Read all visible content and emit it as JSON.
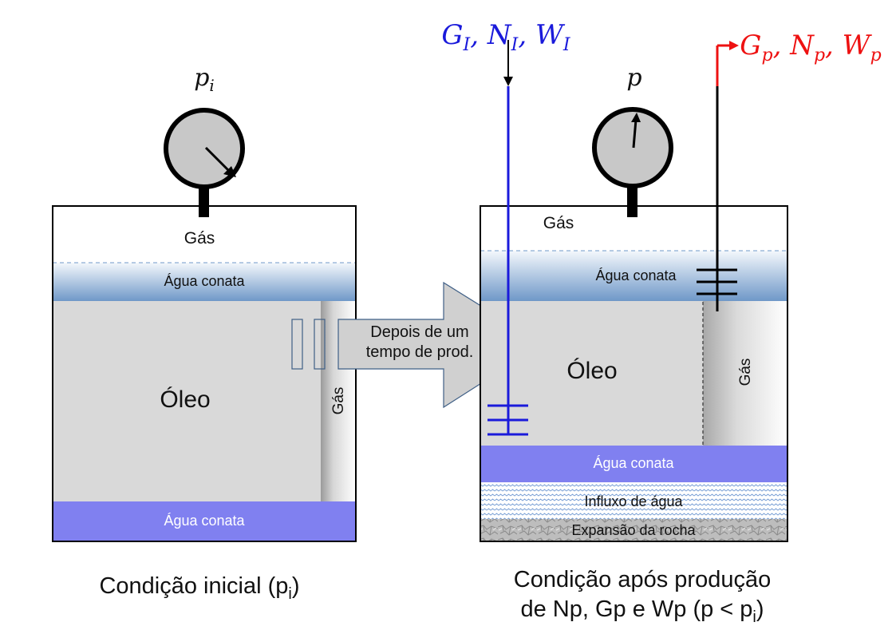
{
  "left_tank": {
    "gauge_label_base": "p",
    "gauge_label_sub": "i",
    "gas_label": "Gás",
    "water_top_label": "Água conata",
    "oil_label": "Óleo",
    "gas_cap_label": "Gás",
    "water_bottom_label": "Água conata",
    "caption_main": "Condição inicial (p",
    "caption_sub": "i",
    "caption_end": ")"
  },
  "arrow": {
    "line1": "Depois de um",
    "line2": "tempo de prod."
  },
  "right_tank": {
    "gauge_label": "p",
    "gas_label": "Gás",
    "water_top_label": "Água conata",
    "oil_label": "Óleo",
    "gas_cap_label": "Gás",
    "water_bottom_label": "Água conata",
    "influx_label": "Influxo de água",
    "rock_label": "Expansão da rocha",
    "caption_line1": "Condição após produção",
    "caption_line2_main": "de Np, Gp e Wp (p < p",
    "caption_line2_sub": "i",
    "caption_line2_end": ")"
  },
  "injection": {
    "G": "G",
    "G_sub": "I",
    "N": "N",
    "N_sub": "I",
    "W": "W",
    "W_sub": "I",
    "sep": ", ",
    "color": "#1a1adb"
  },
  "production": {
    "G": "G",
    "G_sub": "p",
    "N": "N",
    "N_sub": "p",
    "W": "W",
    "W_sub": "p",
    "sep": ", ",
    "color": "#ee1111"
  },
  "colors": {
    "oil": "#d9d9d9",
    "water_bottom": "#8080f0",
    "water_top_light": "#eef3fa",
    "water_top_dark": "#6f98c8",
    "arrow_fill": "#d0d0d0",
    "outline": "#000000"
  }
}
